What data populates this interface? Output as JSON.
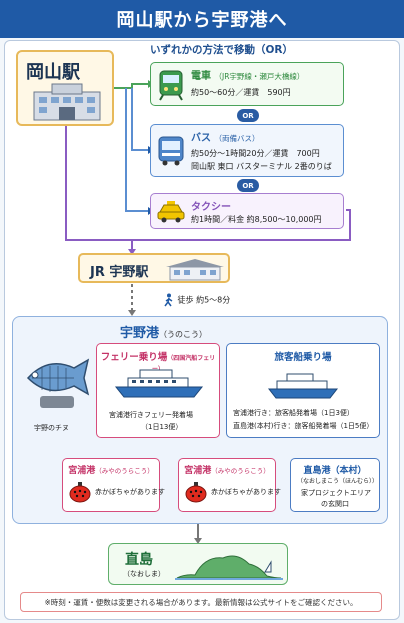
{
  "title": "岡山駅から宇野港へ",
  "okayama_station": "岡山駅",
  "methods_heading": "いずれかの方法で移動（OR）",
  "or_label": "OR",
  "train": {
    "title": "電車",
    "sub": "（JR宇野線・瀬戸大橋線）",
    "detail": "約50～60分／運賃　590円"
  },
  "bus": {
    "title": "バス",
    "sub": "（両備バス）",
    "detail1": "約50分～1時間20分／運賃　700円",
    "detail2": "岡山駅 東口 バスターミナル 2番のりば"
  },
  "taxi": {
    "title": "タクシー",
    "detail": "約1時間／料金 約8,500～10,000円"
  },
  "jr_uno": "JR 宇野駅",
  "walk": "徒歩 約5～8分",
  "uno_port": {
    "title": "宇野港",
    "reading": "（うのこう）",
    "statue_label": "宇野のチヌ"
  },
  "ferry": {
    "title": "フェリー乗り場",
    "sub": "（四国汽船フェリー）",
    "line1": "宮浦港行きフェリー発着場",
    "line2": "（1日13便）"
  },
  "passenger": {
    "title": "旅客船乗り場",
    "line1": "宮浦港行き：旅客船発着場（1日3便）",
    "line2": "直島港(本村)行き：旅客船発着場（1日5便）"
  },
  "miyaura1": {
    "title": "宮浦港",
    "reading": "（みやのうらこう）",
    "note": "赤かぼちゃがあります"
  },
  "miyaura2": {
    "title": "宮浦港",
    "reading": "（みやのうらこう）",
    "note": "赤かぼちゃがあります"
  },
  "naoshima_port": {
    "title": "直島港（本村）",
    "reading": "（なおしまこう（ほんむら））",
    "note1": "家プロジェクトエリア",
    "note2": "の玄関口"
  },
  "naoshima": {
    "title": "直島",
    "reading": "（なおしま）"
  },
  "footnote": "※時刻・運賃・便数は変更される場合があります。最新情報は公式サイトをご確認ください。",
  "colors": {
    "primary": "#1f5aa6",
    "train": "#4aa35a",
    "bus": "#5b8ed1",
    "taxi": "#a77ed0",
    "ferry": "#d64c7c",
    "passenger": "#4c7cc3"
  },
  "icons": {
    "station": "station-building-icon",
    "train": "train-icon",
    "bus": "bus-icon",
    "taxi": "taxi-icon",
    "walk": "walking-person-icon",
    "ship": "ship-icon",
    "pumpkin": "red-pumpkin-icon",
    "fish": "fish-sculpture-icon",
    "island": "island-icon"
  }
}
